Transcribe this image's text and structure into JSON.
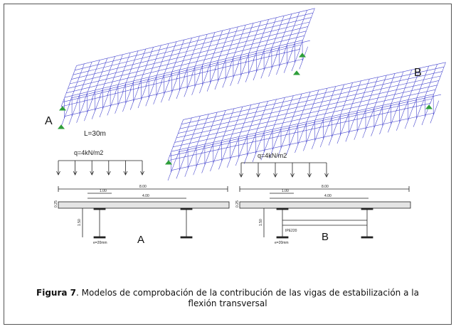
{
  "figure": {
    "model_a_label": "A",
    "model_b_label": "B",
    "span_label": "L=30m",
    "section_a": {
      "load_label": "q=4kN/m2",
      "dim_total": "8.00",
      "dim_small": "1.00",
      "dim_mid": "4.00",
      "dim_thickness": "0.25",
      "dim_height": "1.50",
      "web_label": "e=20mm",
      "section_letter": "A"
    },
    "section_b": {
      "load_label": "q=4kN/m2",
      "dim_total": "8.00",
      "dim_small": "1.00",
      "dim_mid": "4.00",
      "dim_thickness": "0.25",
      "dim_height": "1.50",
      "web_label": "e=20mm",
      "beam_label": "IPE220",
      "section_letter": "B"
    }
  },
  "caption": {
    "label": "Figura 7",
    "text": ". Modelos de comprobación de la contribución de las vigas de estabilización a la flexión transversal"
  },
  "colors": {
    "mesh": "#4a4ad0",
    "support": "#2e9e3a"
  }
}
